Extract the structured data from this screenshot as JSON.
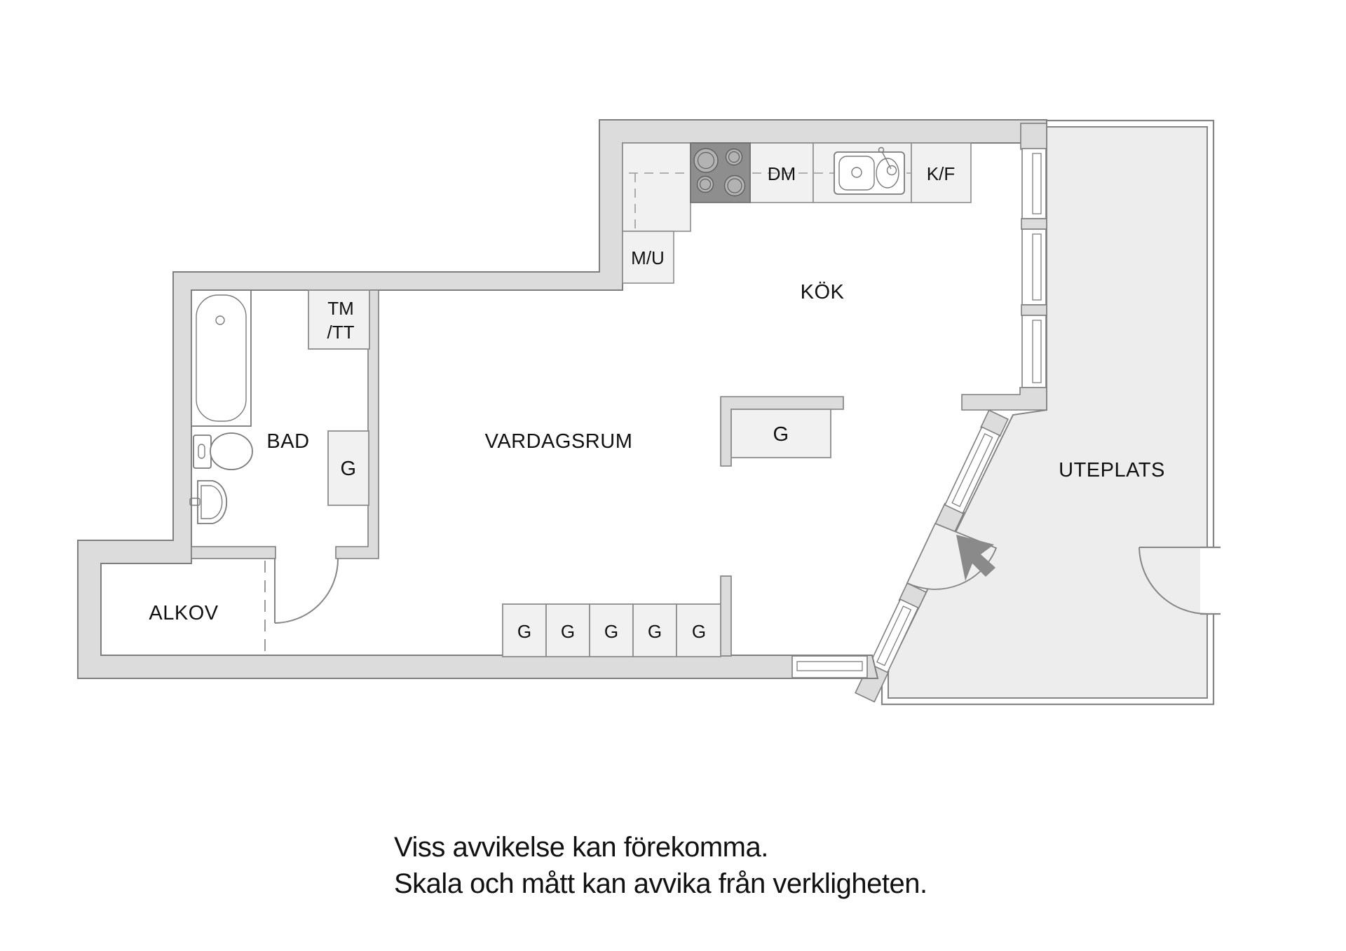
{
  "rooms": {
    "kok": "KÖK",
    "vardagsrum": "VARDAGSRUM",
    "bad": "BAD",
    "alkov": "ALKOV",
    "uteplats": "UTEPLATS"
  },
  "fixtures": {
    "dm": "DM",
    "kf": "K/F",
    "mu": "M/U",
    "tm": "TM",
    "tt": "/TT",
    "g": "G"
  },
  "disclaimer": {
    "line1": "Viss avvikelse kan förekomma.",
    "line2": "Skala och mått kan avvika från verkligheten."
  },
  "colors": {
    "wall": "#dcdcdc",
    "wallLine": "#7e7e7e",
    "patio": "#ededed",
    "fixture": "#f1f1f1",
    "stove": "#8e8e8e",
    "burner": "#b3b3b3",
    "arrow": "#8a8a8a",
    "fan": "#f0f0f0",
    "ink": "#111111"
  }
}
